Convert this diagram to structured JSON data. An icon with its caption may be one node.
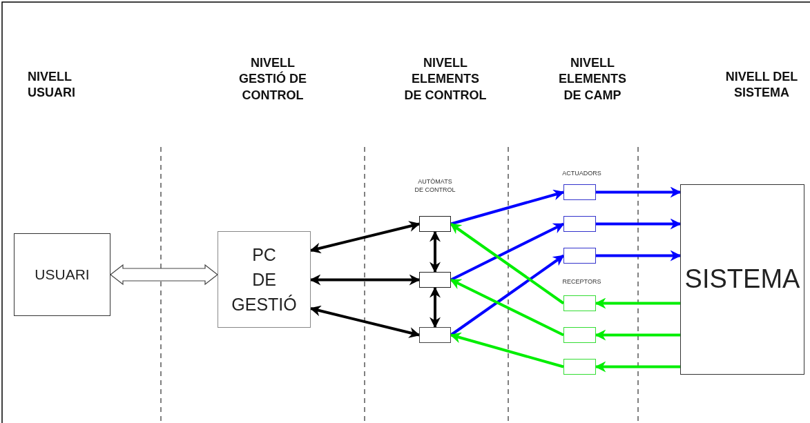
{
  "diagram": {
    "nodes": [
      {
        "text": [
          "USUARI"
        ]
      },
      {
        "text": [
          "PC DE GESTIÓ"
        ]
      },
      {
        "text": [],
        "shape": "box"
      },
      {
        "text": [],
        "shape": "box"
      },
      {
        "text": [],
        "shape": "box"
      },
      {
        "text": [],
        "shape": "box"
      },
      {
        "text": [],
        "shape": "box"
      },
      {
        "text": [],
        "shape": "box"
      },
      {
        "text": [],
        "shape": "box"
      },
      {
        "text": [],
        "shape": "box"
      },
      {
        "text": [],
        "shape": "box"
      },
      {
        "text": [
          "SISTEMA"
        ]
      }
    ],
    "edges": [
      {
        "from": 0,
        "to": 1,
        "arrow": "both",
        "style": "thick"
      },
      {
        "from": 1,
        "to": 2,
        "arrow": "both",
        "color": "#000000"
      },
      {
        "from": 1,
        "to": 3,
        "arrow": "both",
        "color": "#000000"
      },
      {
        "from": 1,
        "to": 4,
        "arrow": "both",
        "color": "#000000"
      },
      {
        "from": 2,
        "to": 3,
        "arrow": "both",
        "color": "#000000"
      },
      {
        "from": 3,
        "to": 4,
        "arrow": "both",
        "color": "#000000"
      },
      {
        "from": 2,
        "to": 5,
        "arrow": "to",
        "color": "#0000ff"
      },
      {
        "from": 3,
        "to": 6,
        "arrow": "to",
        "color": "#0000ff"
      },
      {
        "from": 4,
        "to": 7,
        "arrow": "to",
        "color": "#0000ff"
      },
      {
        "from": 8,
        "to": 2,
        "arrow": "to",
        "color": "#00ee00"
      },
      {
        "from": 9,
        "to": 3,
        "arrow": "to",
        "color": "#00ee00"
      },
      {
        "from": 10,
        "to": 4,
        "arrow": "to",
        "color": "#00ee00"
      },
      {
        "from": 5,
        "to": 11,
        "arrow": "to",
        "color": "#0000ff"
      },
      {
        "from": 6,
        "to": 11,
        "arrow": "to",
        "color": "#0000ff"
      },
      {
        "from": 7,
        "to": 11,
        "arrow": "to",
        "color": "#0000ff"
      },
      {
        "from": 11,
        "to": 8,
        "arrow": "to",
        "color": "#00ee00"
      },
      {
        "from": 11,
        "to": 9,
        "arrow": "to",
        "color": "#00ee00"
      },
      {
        "from": 11,
        "to": 10,
        "arrow": "to",
        "color": "#00ee00"
      }
    ],
    "labels": [
      "NIVELL USUARI",
      "NIVELL GESTIÓ DE CONTROL",
      "NIVELL ELEMENTS DE CONTROL",
      "NIVELL ELEMENTS DE CAMP",
      "NIVELL DEL SISTEMA",
      "AUTÒMATS DE CONTROL",
      "ACTUADORS",
      "RECEPTORS"
    ]
  }
}
